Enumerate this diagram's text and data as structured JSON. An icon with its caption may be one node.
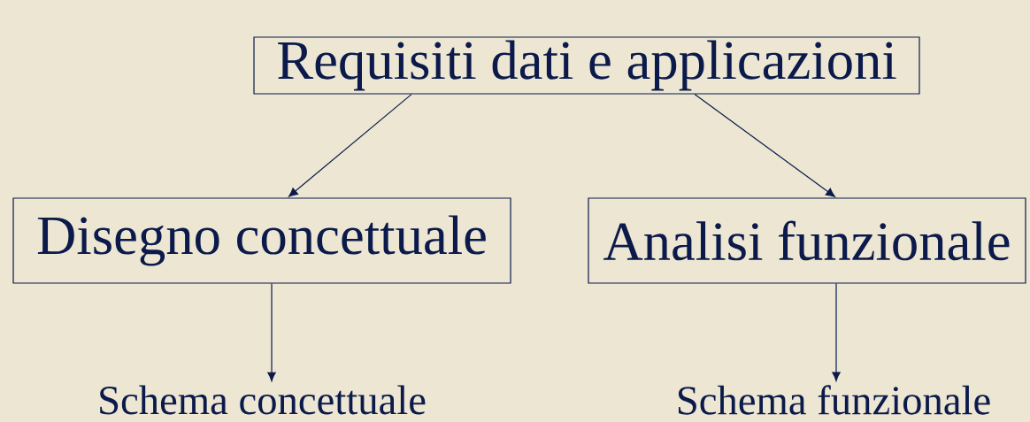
{
  "diagram": {
    "nodes": [
      {
        "text": [
          "Requisiti dati e applicazioni"
        ]
      },
      {
        "text": [
          "Disegno concettuale"
        ]
      },
      {
        "text": [
          "Analisi funzionale"
        ]
      },
      {
        "text": [
          "Schema concettuale"
        ]
      },
      {
        "text": [
          "Schema funzionale"
        ]
      }
    ],
    "edges": [
      {
        "from": 0,
        "to": 1,
        "arrow": "to"
      },
      {
        "from": 0,
        "to": 2,
        "arrow": "to"
      },
      {
        "from": 1,
        "to": 3,
        "arrow": "to"
      },
      {
        "from": 2,
        "to": 4,
        "arrow": "to"
      }
    ]
  }
}
